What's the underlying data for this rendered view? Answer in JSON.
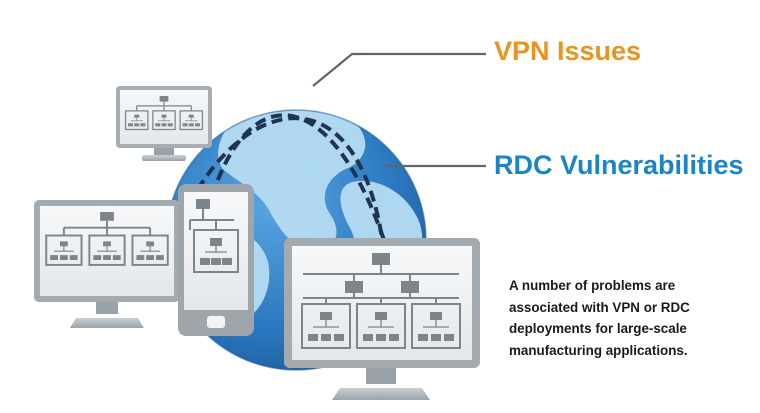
{
  "labels": {
    "vpn": "VPN Issues",
    "rdc": "RDC Vulnerabilities"
  },
  "description": [
    "A number of problems are",
    "associated with VPN or RDC",
    "deployments for large-scale",
    "manufacturing applications."
  ],
  "colors": {
    "vpn": "#e8941e",
    "rdc": "#1a86c8",
    "ocean": "#2f7fc6",
    "land": "#b6dcf3",
    "screen_frame": "#9aa3ab",
    "screen": "#f1f2f3",
    "line": "#6f7880"
  },
  "icons": [
    "globe-icon",
    "monitor-icon",
    "tablet-icon",
    "network-diagram-icon"
  ]
}
